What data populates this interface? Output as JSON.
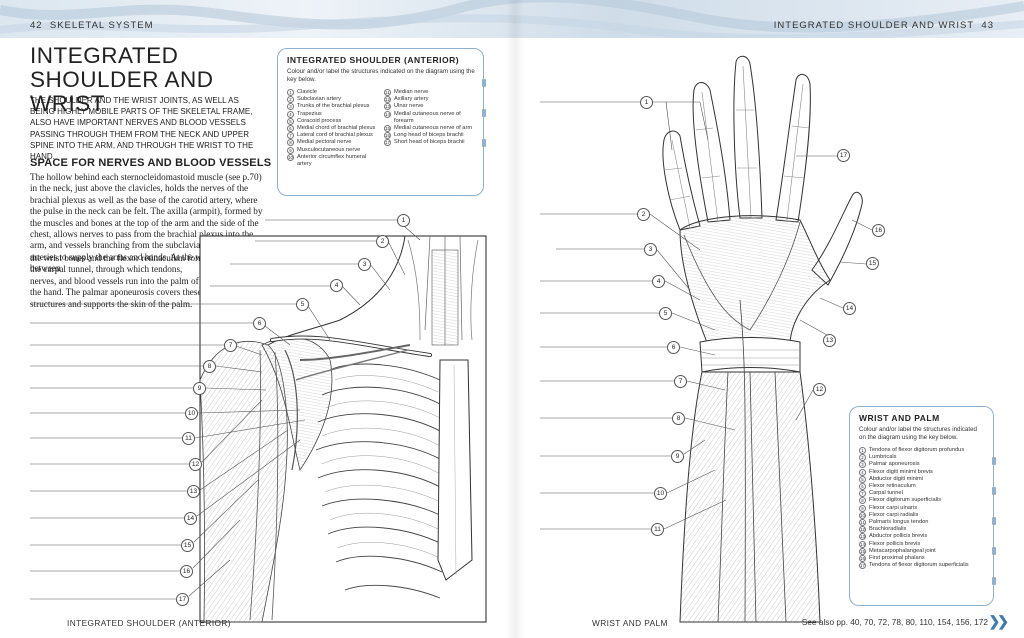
{
  "header": {
    "left_num": "42",
    "left_title": "SKELETAL SYSTEM",
    "right_title": "INTEGRATED SHOULDER AND WRIST",
    "right_num": "43"
  },
  "main": {
    "title_line1": "INTEGRATED",
    "title_line2": "SHOULDER AND WRIST",
    "intro": "The shoulder and the wrist joints, as well as being highly mobile parts of the skeletal frame, also have important nerves and blood vessels passing through them from the neck and upper spine into the arm, and through the wrist to the hand.",
    "section_heading": "SPACE FOR NERVES AND BLOOD VESSELS",
    "body1": "The hollow behind each sternocleidomastoid muscle (see p.70) in the neck, just above the clavicles, holds the nerves of the brachial plexus as well as the base of the carotid artery, where the pulse in the neck can be felt. The axilla (armpit), formed by the muscles and bones at the top of the arm and the side of the chest, allows nerves to pass from the brachial plexus into the arm, and vessels branching from the subclavian veins and arteries to supply the arms and hands. At the wrist, the space between",
    "body2": "the wrist bones and the flexor retinaculum forms the carpal tunnel, through which tendons, nerves, and blood vessels run into the palm of the hand. The palmar aponeurosis covers these structures and supports the skin of the palm."
  },
  "key_shoulder": {
    "title": "INTEGRATED SHOULDER (ANTERIOR)",
    "desc": "Colour and/or label the structures indicated on the diagram using the key below.",
    "col1": [
      {
        "n": "1",
        "t": "Clavicle"
      },
      {
        "n": "2",
        "t": "Subclavian artery"
      },
      {
        "n": "3",
        "t": "Trunks of the brachial plexus"
      },
      {
        "n": "4",
        "t": "Trapezius"
      },
      {
        "n": "5",
        "t": "Coracoid process"
      },
      {
        "n": "6",
        "t": "Medial chord of brachial plexus"
      },
      {
        "n": "7",
        "t": "Lateral cord of brachial plexus"
      },
      {
        "n": "8",
        "t": "Medial pectoral nerve"
      },
      {
        "n": "9",
        "t": "Musculocutaneous nerve"
      },
      {
        "n": "10",
        "t": "Anterior circumflex humeral artery"
      }
    ],
    "col2": [
      {
        "n": "11",
        "t": "Median nerve"
      },
      {
        "n": "12",
        "t": "Axillary artery"
      },
      {
        "n": "13",
        "t": "Ulnar nerve"
      },
      {
        "n": "14",
        "t": "Medial cutaneous nerve of forearm"
      },
      {
        "n": "15",
        "t": "Medial cutaneous nerve of arm"
      },
      {
        "n": "16",
        "t": "Long head of biceps brachii"
      },
      {
        "n": "17",
        "t": "Short head of biceps brachii"
      }
    ]
  },
  "key_wrist": {
    "title": "WRIST AND PALM",
    "desc": "Colour and/or label the structures indicated on the diagram using the key below.",
    "items": [
      {
        "n": "1",
        "t": "Tendons of flexor digitorum profundus"
      },
      {
        "n": "2",
        "t": "Lumbricals"
      },
      {
        "n": "3",
        "t": "Palmar aponeurosis"
      },
      {
        "n": "4",
        "t": "Flexor digiti minimi brevis"
      },
      {
        "n": "5",
        "t": "Abductor digiti minimi"
      },
      {
        "n": "6",
        "t": "Flexor retinaculum"
      },
      {
        "n": "7",
        "t": "Carpal tunnel"
      },
      {
        "n": "8",
        "t": "Flexor digitorum superficialis"
      },
      {
        "n": "9",
        "t": "Flexor carpi ulnaris"
      },
      {
        "n": "10",
        "t": "Flexor carpi radialis"
      },
      {
        "n": "11",
        "t": "Palmaris longus tendon"
      },
      {
        "n": "12",
        "t": "Brachioradialis"
      },
      {
        "n": "13",
        "t": "Abductor pollicis brevis"
      },
      {
        "n": "14",
        "t": "Flexor pollicis brevis"
      },
      {
        "n": "15",
        "t": "Metacarpophalangeal joint"
      },
      {
        "n": "16",
        "t": "First proximal phalanx"
      },
      {
        "n": "17",
        "t": "Tendons of flexor digitorum superficialis"
      }
    ]
  },
  "captions": {
    "shoulder": "INTEGRATED SHOULDER (ANTERIOR)",
    "wrist": "WRIST AND PALM",
    "see_also": "See also pp. 40, 70, 72, 78, 80, 110, 154, 156, 172"
  },
  "shoulder_labels": [
    "1",
    "2",
    "3",
    "4",
    "5",
    "6",
    "7",
    "8",
    "9",
    "10",
    "11",
    "12",
    "13",
    "14",
    "15",
    "16",
    "17"
  ],
  "wrist_labels": [
    "1",
    "2",
    "3",
    "4",
    "5",
    "6",
    "7",
    "8",
    "9",
    "10",
    "11",
    "12",
    "13",
    "14",
    "15",
    "16",
    "17"
  ],
  "colors": {
    "accent": "#3f7bb0",
    "box_border": "#8fb1cf"
  }
}
